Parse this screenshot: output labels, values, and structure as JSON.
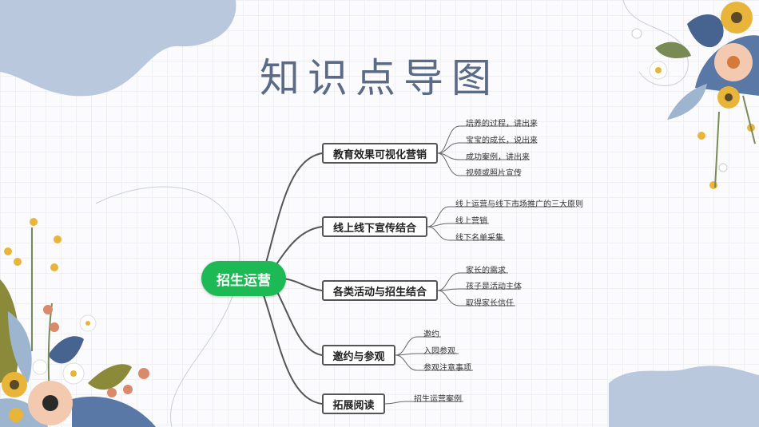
{
  "title": "知识点导图",
  "root": {
    "label": "招生运营"
  },
  "branches": [
    {
      "label": "教育效果可视化营销",
      "leaves": [
        "培养的过程，讲出来",
        "宝宝的成长，说出来",
        "成功案例，讲出来",
        "视频或照片宣传"
      ]
    },
    {
      "label": "线上线下宣传结合",
      "leaves": [
        "线上运营与线下市场推广的三大原则",
        "线上营销",
        "线下名单采集"
      ]
    },
    {
      "label": "各类活动与招生结合",
      "leaves": [
        "家长的需求",
        "孩子是活动主体",
        "取得家长信任"
      ]
    },
    {
      "label": "邀约与参观",
      "leaves": [
        "邀约",
        "入园参观",
        "参观注意事项"
      ]
    },
    {
      "label": "拓展阅读",
      "leaves": [
        "招生运营案例"
      ]
    }
  ],
  "colors": {
    "root": "#1db954",
    "title": "#5b6b85",
    "blob": "#b9c8dc",
    "line": "#555555"
  }
}
